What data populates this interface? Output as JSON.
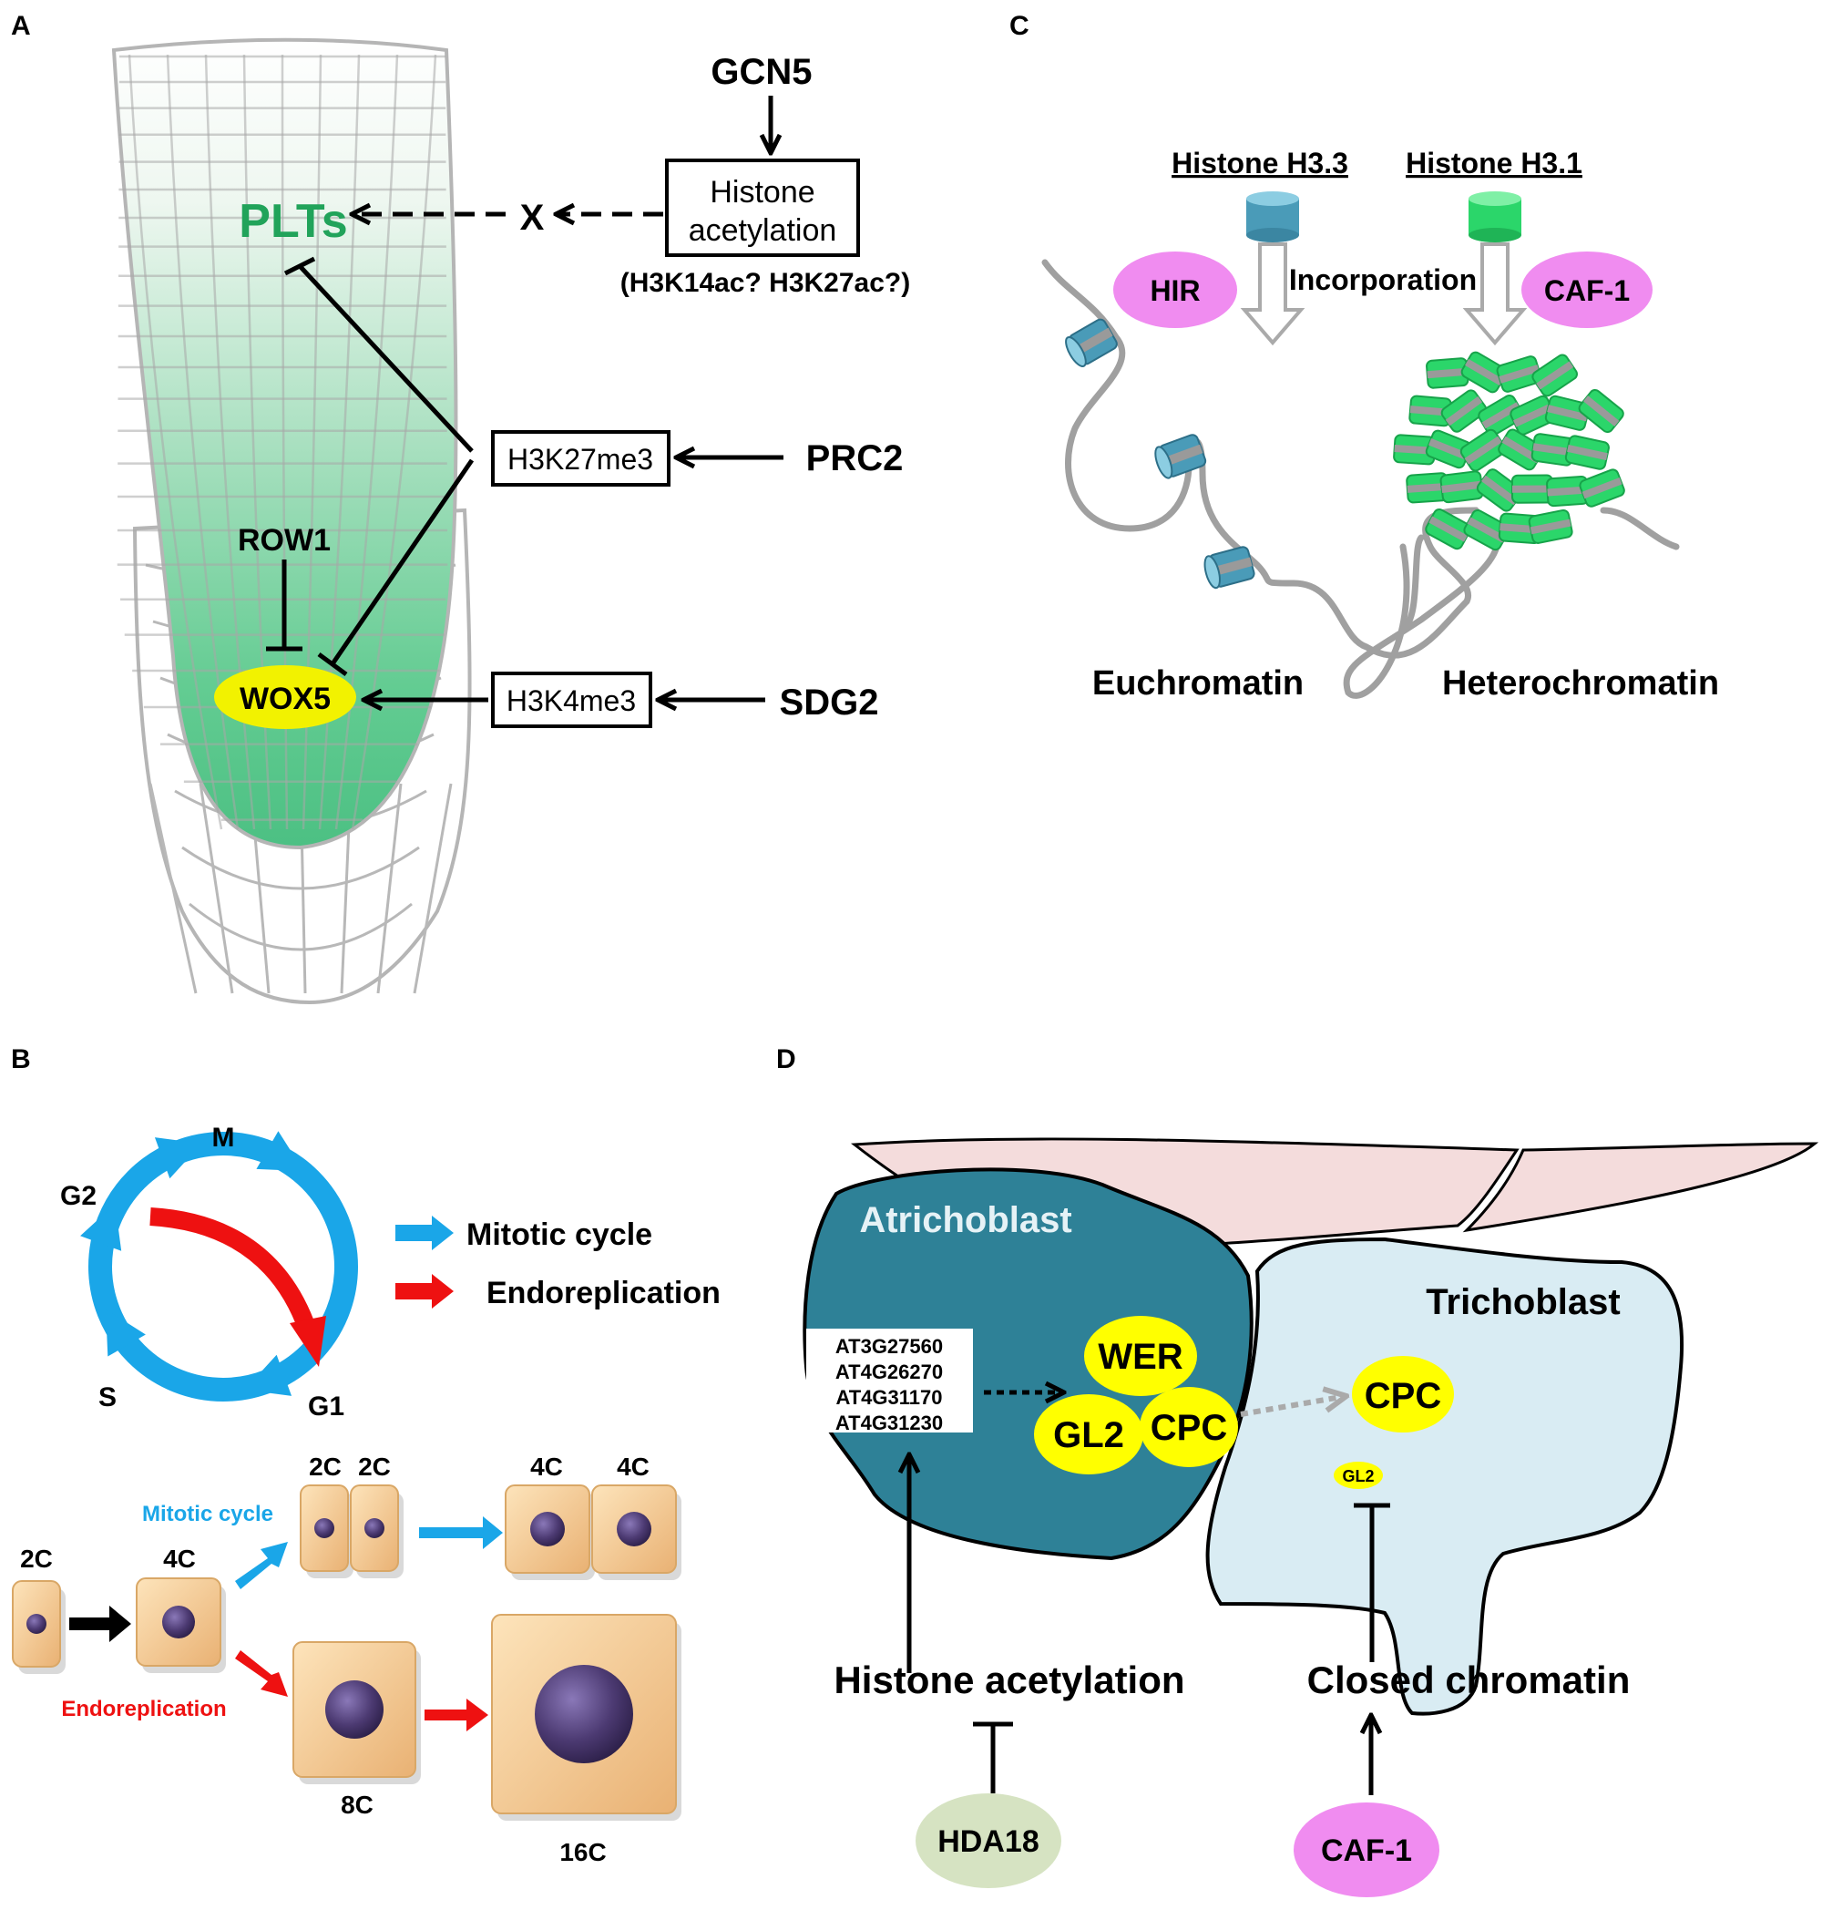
{
  "panels": {
    "A": {
      "letter": "A",
      "gcn5": "GCN5",
      "hist_acet_line1": "Histone",
      "hist_acet_line2": "acetylation",
      "hist_acet_note": "(H3K14ac? H3K27ac?)",
      "plts": "PLTs",
      "x": "X",
      "h3k27me3": "H3K27me3",
      "prc2": "PRC2",
      "row1": "ROW1",
      "wox5": "WOX5",
      "h3k4me3": "H3K4me3",
      "sdg2": "SDG2"
    },
    "B": {
      "letter": "B",
      "phase_m": "M",
      "phase_g2": "G2",
      "phase_s": "S",
      "phase_g1": "G1",
      "legend_mitotic": "Mitotic cycle",
      "legend_endo": "Endoreplication",
      "label_mitotic": "Mitotic cycle",
      "label_endo": "Endoreplication",
      "c_2c_start": "2C",
      "c_4c_mid": "4C",
      "c_2c_a": "2C",
      "c_2c_b": "2C",
      "c_4c_a": "4C",
      "c_4c_b": "4C",
      "c_8c": "8C",
      "c_16c": "16C"
    },
    "C": {
      "letter": "C",
      "h33": "Histone H3.3",
      "h31": "Histone H3.1",
      "hir": "HIR",
      "caf1": "CAF-1",
      "incorporation": "Incorporation",
      "euchromatin": "Euchromatin",
      "heterochromatin": "Heterochromatin"
    },
    "D": {
      "letter": "D",
      "atrichoblast": "Atrichoblast",
      "trichoblast": "Trichoblast",
      "genes": [
        "AT3G27560",
        "AT4G26270",
        "AT4G31170",
        "AT4G31230"
      ],
      "wer": "WER",
      "gl2": "GL2",
      "cpc_atri": "CPC",
      "cpc_tri": "CPC",
      "gl2_small": "GL2",
      "histone_acetylation": "Histone acetylation",
      "closed_chromatin": "Closed chromatin",
      "hda18": "HDA18",
      "caf1": "CAF-1"
    }
  },
  "colors": {
    "root_green": "#3dbb77",
    "plts_green": "#21a35a",
    "wox5_yellow": "#f2f200",
    "mitotic_blue": "#1aa6e8",
    "endo_red": "#ee1111",
    "cell_tan": "#f5c98c",
    "nucleus_purple": "#4c3a72",
    "nucleosome_teal": "#4a9bb8",
    "h31_green": "#2bd66a",
    "hir_pink": "#f08cf0",
    "atrichoblast_teal": "#2e8197",
    "trichoblast_light": "#d9ecf3",
    "epidermis_pink": "#f4dcdc",
    "hda18_green": "#d6e3c2",
    "yellow": "#ffff00"
  }
}
